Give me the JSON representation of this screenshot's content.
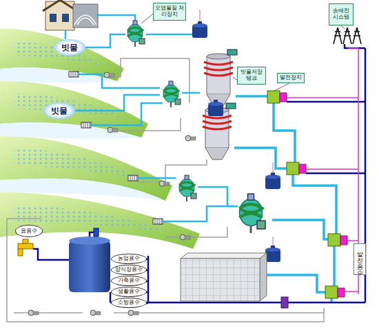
{
  "diagram": {
    "nodes": [
      {
        "text": [
          "빗물"
        ]
      },
      {
        "text": [
          "오염물질 처리장치"
        ]
      },
      {
        "text": [
          "빗물저장 탱크"
        ]
      },
      {
        "text": [
          "발전장치"
        ]
      },
      {
        "text": [
          "송배전 시스템"
        ]
      },
      {
        "text": [
          "빗물"
        ]
      },
      {
        "text": [
          "음용수"
        ]
      },
      {
        "text": [
          "농업용수"
        ]
      },
      {
        "text": [
          "양식장용수"
        ]
      },
      {
        "text": [
          "가축용수"
        ]
      },
      {
        "text": [
          "생활용수"
        ]
      },
      {
        "text": [
          "소방용수"
        ]
      },
      {
        "text": [
          "발전용수"
        ]
      }
    ]
  }
}
